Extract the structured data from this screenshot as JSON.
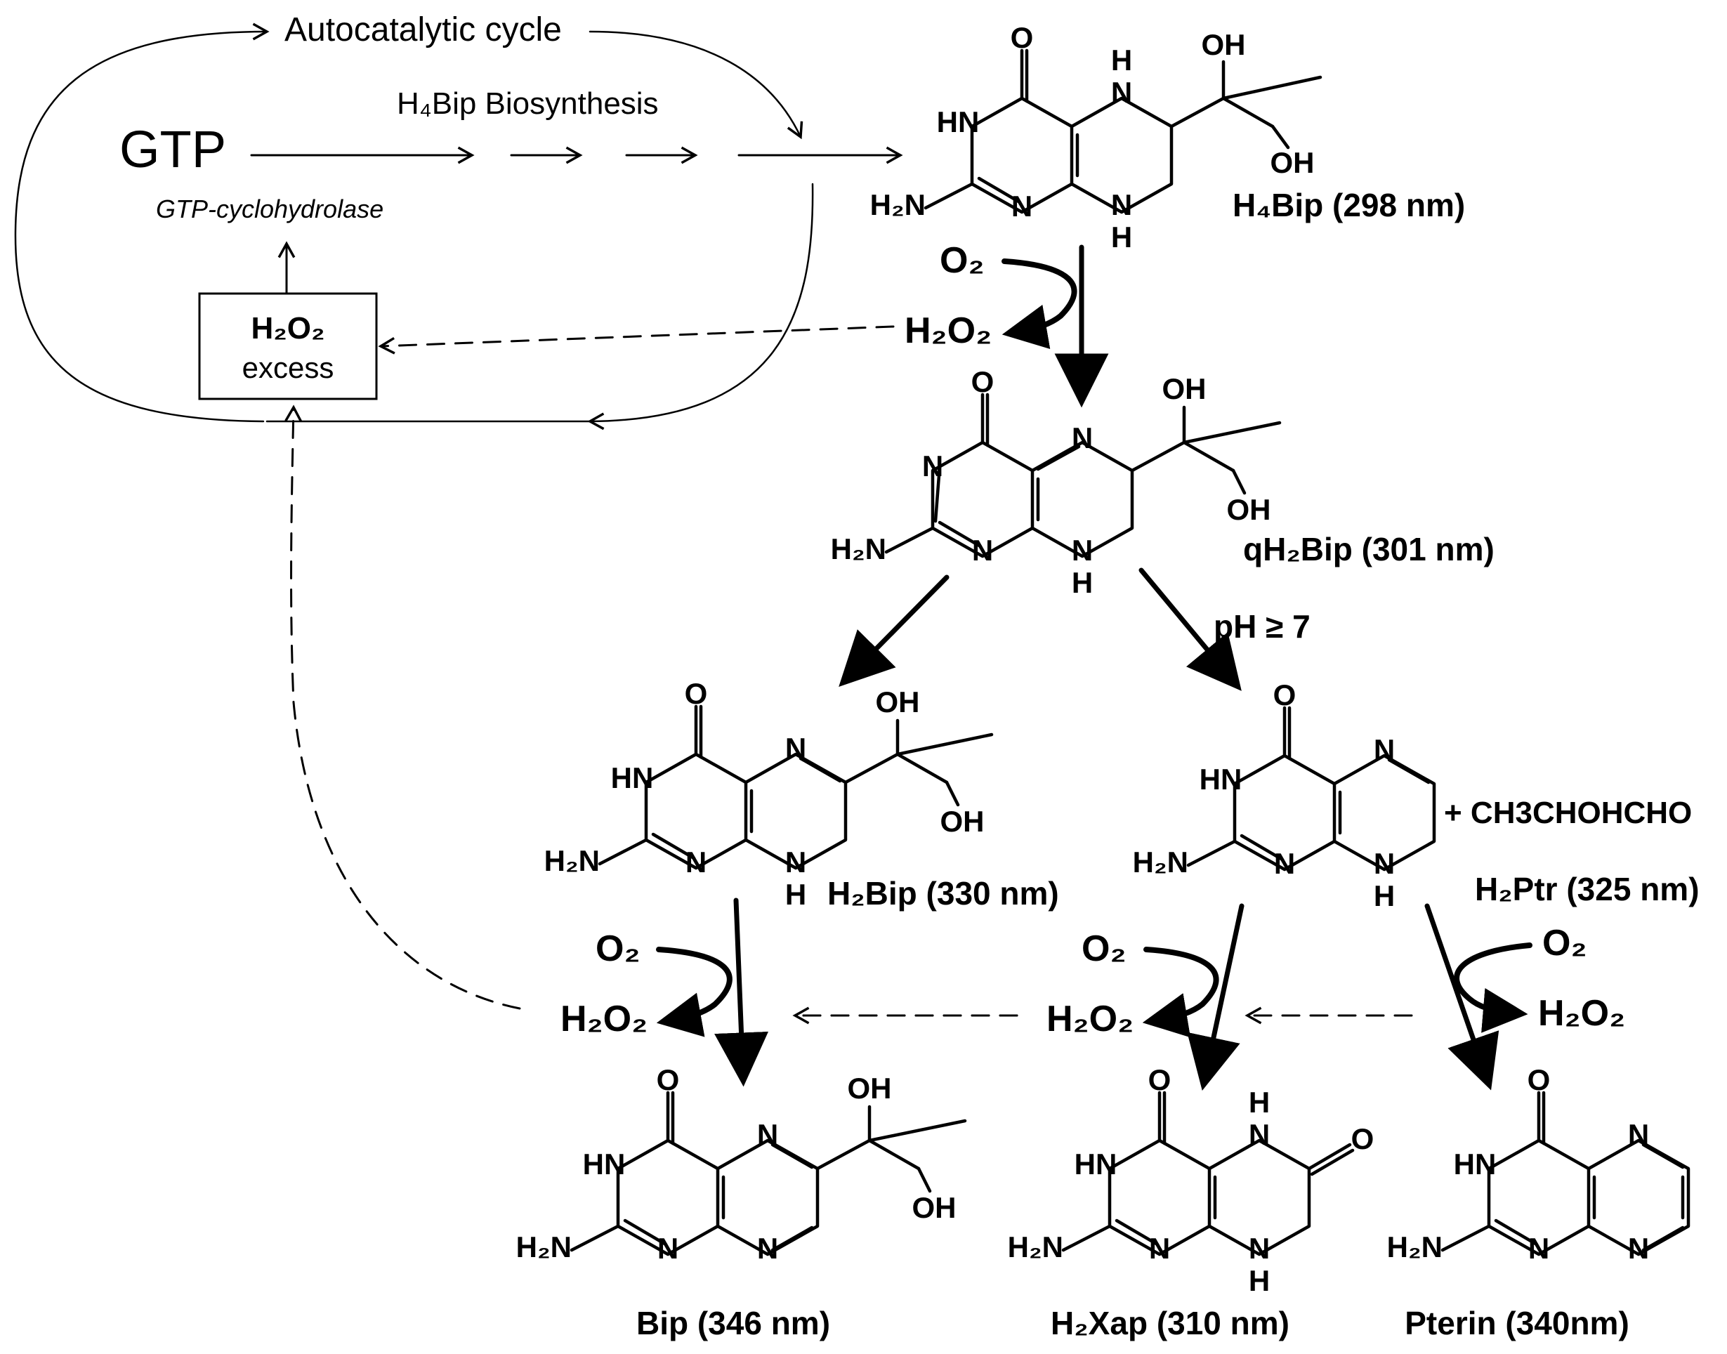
{
  "cycle": {
    "autocatalytic": "Autocatalytic cycle",
    "biosynthesis": "H₄Bip Biosynthesis",
    "gtp": "GTP",
    "enzyme": "GTP-cyclohydrolase",
    "box_title": "H₂O₂",
    "box_sub": "excess"
  },
  "compounds": {
    "h4bip": "H₄Bip (298 nm)",
    "qh2bip": "qH₂Bip (301 nm)",
    "h2bip": "H₂Bip (330 nm)",
    "h2ptr": "H₂Ptr (325 nm)",
    "bip": "Bip (346 nm)",
    "h2xap": "H₂Xap (310 nm)",
    "pterin": "Pterin (340nm)"
  },
  "reagents": {
    "o2": "O₂",
    "h2o2": "H₂O₂",
    "ph": "pH ≥ 7",
    "byproduct": "+ CH3CHOHCHO"
  },
  "atoms": {
    "O": "O",
    "N": "N",
    "HN": "HN",
    "NH": "NH",
    "H": "H",
    "OH": "OH",
    "H2N": "H₂N"
  }
}
